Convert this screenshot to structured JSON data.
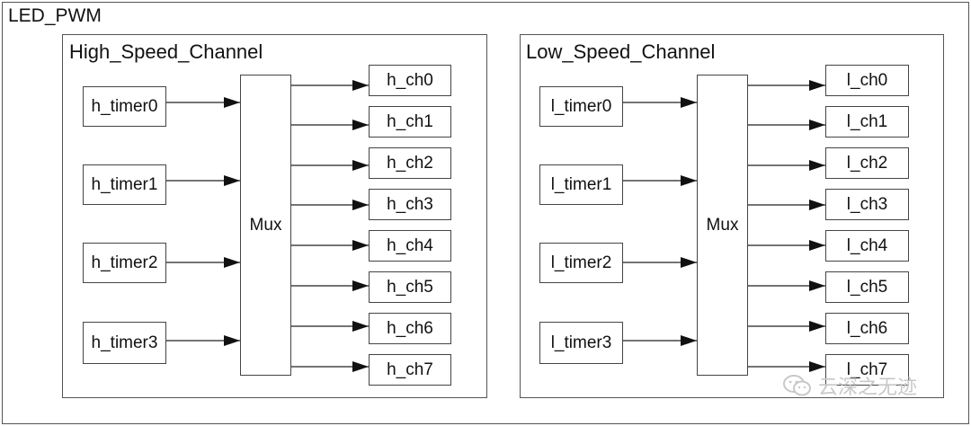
{
  "outer_title": "LED_PWM",
  "high": {
    "title": "High_Speed_Channel",
    "timers": [
      "h_timer0",
      "h_timer1",
      "h_timer2",
      "h_timer3"
    ],
    "mux": "Mux",
    "channels": [
      "h_ch0",
      "h_ch1",
      "h_ch2",
      "h_ch3",
      "h_ch4",
      "h_ch5",
      "h_ch6",
      "h_ch7"
    ]
  },
  "low": {
    "title": "Low_Speed_Channel",
    "timers": [
      "l_timer0",
      "l_timer1",
      "l_timer2",
      "l_timer3"
    ],
    "mux": "Mux",
    "channels": [
      "l_ch0",
      "l_ch1",
      "l_ch2",
      "l_ch3",
      "l_ch4",
      "l_ch5",
      "l_ch6",
      "l_ch7"
    ]
  },
  "watermark": "云深之无迹"
}
